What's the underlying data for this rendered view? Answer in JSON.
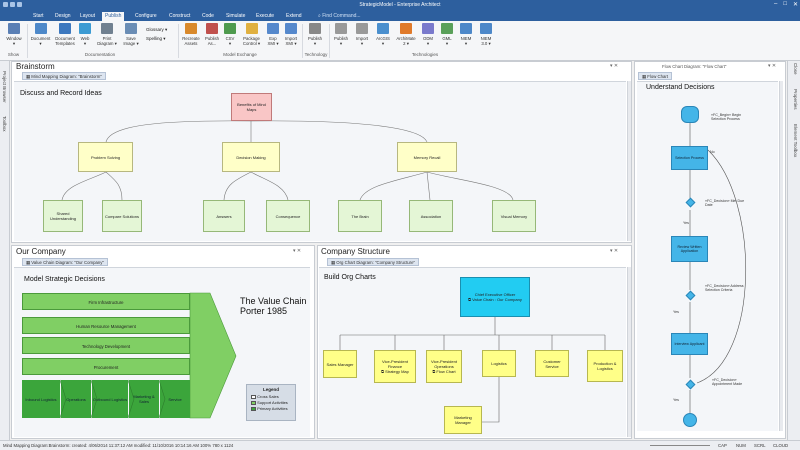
{
  "window": {
    "title": "StrategicModel - Enterprise Architect"
  },
  "menu": {
    "items": [
      "Start",
      "Design",
      "Layout",
      "Publish",
      "Configure",
      "Construct",
      "Code",
      "Simulate",
      "Execute",
      "Extend"
    ],
    "active": "Publish",
    "find": "Find Command..."
  },
  "ribbon": {
    "buttons": [
      {
        "label": "Window",
        "sub": "▾",
        "color": "#5a7fb5"
      },
      {
        "label": "Document",
        "sub": "▾",
        "color": "#4d88c9"
      },
      {
        "label": "Document",
        "sub": "Templates",
        "color": "#3c78bf"
      },
      {
        "label": "Web",
        "sub": "▾",
        "color": "#3c9bd3"
      },
      {
        "label": "Print",
        "sub": "Diagram ▾",
        "color": "#708090"
      },
      {
        "label": "Save",
        "sub": "Image ▾",
        "color": "#6a8db5"
      },
      {
        "label": "Recreate",
        "sub": "Assets",
        "color": "#d9892b"
      },
      {
        "label": "Publish",
        "sub": "As...",
        "color": "#c0504d"
      },
      {
        "label": "CSV",
        "sub": "▾",
        "color": "#4e9a4e"
      },
      {
        "label": "Package",
        "sub": "Control ▾",
        "color": "#e0b040"
      },
      {
        "label": "Exp",
        "sub": "XMI ▾",
        "color": "#5588cc"
      },
      {
        "label": "Import",
        "sub": "XMI ▾",
        "color": "#5588cc"
      },
      {
        "label": "Publish",
        "sub": "▾",
        "color": "#888888"
      },
      {
        "label": "Publish",
        "sub": "▾",
        "color": "#999999"
      },
      {
        "label": "Import",
        "sub": "▾",
        "color": "#999999"
      },
      {
        "label": "ArcGIS",
        "sub": "▾",
        "color": "#4a8fce"
      },
      {
        "label": "ArchiMate",
        "sub": "2 ▾",
        "color": "#e07a2a"
      },
      {
        "label": "ODM",
        "sub": "▾",
        "color": "#7a7acc"
      },
      {
        "label": "GML",
        "sub": "▾",
        "color": "#5aa05a"
      },
      {
        "label": "NIEM",
        "sub": "▾",
        "color": "#4d88c9"
      },
      {
        "label": "NIEM",
        "sub": "3.0 ▾",
        "color": "#4d88c9"
      }
    ],
    "small_items": [
      "Glossary ▾",
      "Spelling ▾"
    ],
    "groups": [
      "Show",
      "Documentation",
      "Model Exchange",
      "Technology",
      "Technologies"
    ]
  },
  "left_strip": [
    "Project Browser",
    "Toolbox"
  ],
  "right_strip": [
    "Close",
    "Properties",
    "Element Toolbox"
  ],
  "brainstorm": {
    "title": "Brainstorm",
    "tab": "Mind Mapping Diagram: \"Brainstorm\"",
    "heading": "Discuss and Record Ideas",
    "root": "Benefits of Mind Maps",
    "branches": [
      "Problem Solving",
      "Decision Making",
      "Memory Recall"
    ],
    "leaves": [
      "Shared Understanding",
      "Compare Solutions",
      "Answers",
      "Consequence",
      "The Brain",
      "Association",
      "Visual Memory"
    ]
  },
  "company": {
    "title": "Our Company",
    "tab": "Value Chain Diagram: \"Our Company\"",
    "heading": "Model Strategic Decisions",
    "chain_title": "The Value Chain",
    "chain_sub": "Porter 1985",
    "support": [
      "Firm Infrastructure",
      "Human Resource Management",
      "Technology Development",
      "Procurement"
    ],
    "primary": [
      "Inbound Logistics",
      "Operations",
      "Outbound Logistics",
      "Marketing & Sales",
      "Service"
    ],
    "legend": {
      "title": "Legend",
      "items": [
        "Cross Sales",
        "Support Activities",
        "Primary Activities"
      ],
      "colors": [
        "#ffffff",
        "#80cf64",
        "#3ba53b"
      ]
    }
  },
  "structure": {
    "title": "Company Structure",
    "tab": "Org Chart Diagram: \"Company Structure\"",
    "heading": "Build Org Charts",
    "ceo": "Chief Executive Officer",
    "ceo_link": "Value Chain : Our Company",
    "reports": [
      "Sales Manager",
      "Vice-President Finance",
      "Vice-President Operations",
      "Logistics",
      "Customer Service",
      "Production & Logistics"
    ],
    "report_links": [
      "",
      "Strategy Map",
      "Flow Chart",
      "",
      "",
      ""
    ],
    "sub": "Marketing Manager"
  },
  "flow": {
    "tab": "Flow Chart",
    "tab_caption": "Flow Chart Diagram: \"Flow Chart\"",
    "heading": "Understand Decisions",
    "begin_note": "«FC_Begin» Begin Selection Process",
    "steps": [
      "Selection Process",
      "Review Written Application",
      "Interview Applicant"
    ],
    "decisions": [
      "«FC_Decision» Met Due Date",
      "«FC_Decision» Address Selection Criteria",
      "«FC_Decision» Appointment Made"
    ],
    "yes": "Yes",
    "no": "No"
  },
  "status": {
    "left": "Mind Mapping Diagram:Brainstorm:  created: 4/06/2014 11:37:12 AM  modified: 11/10/2016 10:14:16 AM   100%   780 x 1124",
    "caps": "CAP",
    "num": "NUM",
    "scrl": "SCRL",
    "cloud": "CLOUD"
  }
}
